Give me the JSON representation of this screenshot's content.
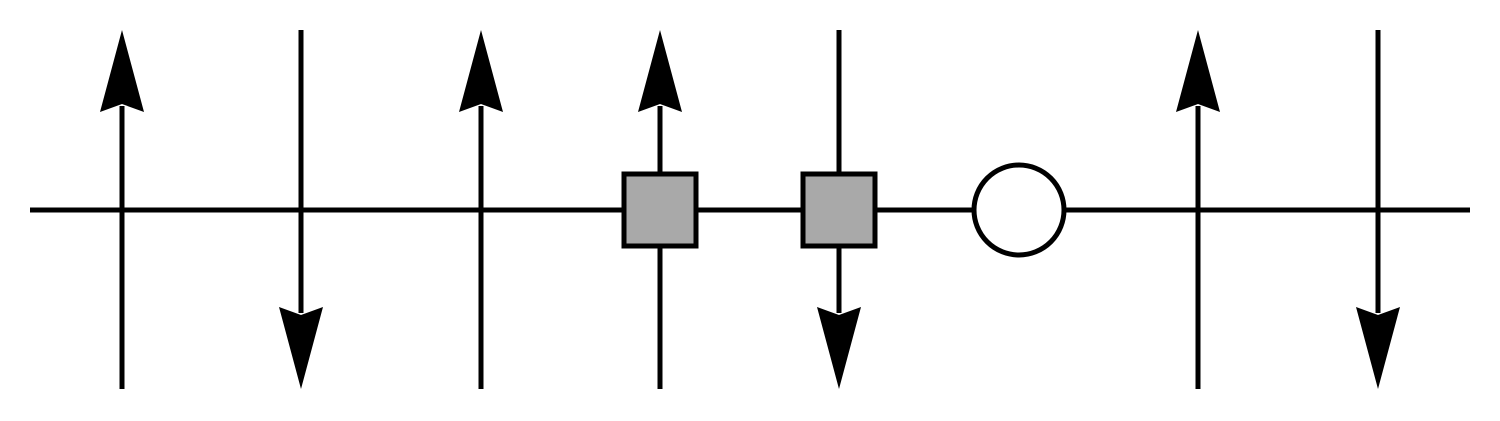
{
  "diagram": {
    "type": "line-diagram",
    "colors": {
      "background": "#ffffff",
      "stroke": "#000000",
      "box_fill": "#a9a9a9",
      "circle_fill": "#ffffff"
    },
    "legs": [
      {
        "direction": "up"
      },
      {
        "direction": "down"
      },
      {
        "direction": "up"
      },
      {
        "direction": "up",
        "marker": "box"
      },
      {
        "direction": "down",
        "marker": "box"
      },
      {
        "direction": "none",
        "marker": "circle"
      },
      {
        "direction": "up"
      },
      {
        "direction": "down"
      }
    ]
  }
}
